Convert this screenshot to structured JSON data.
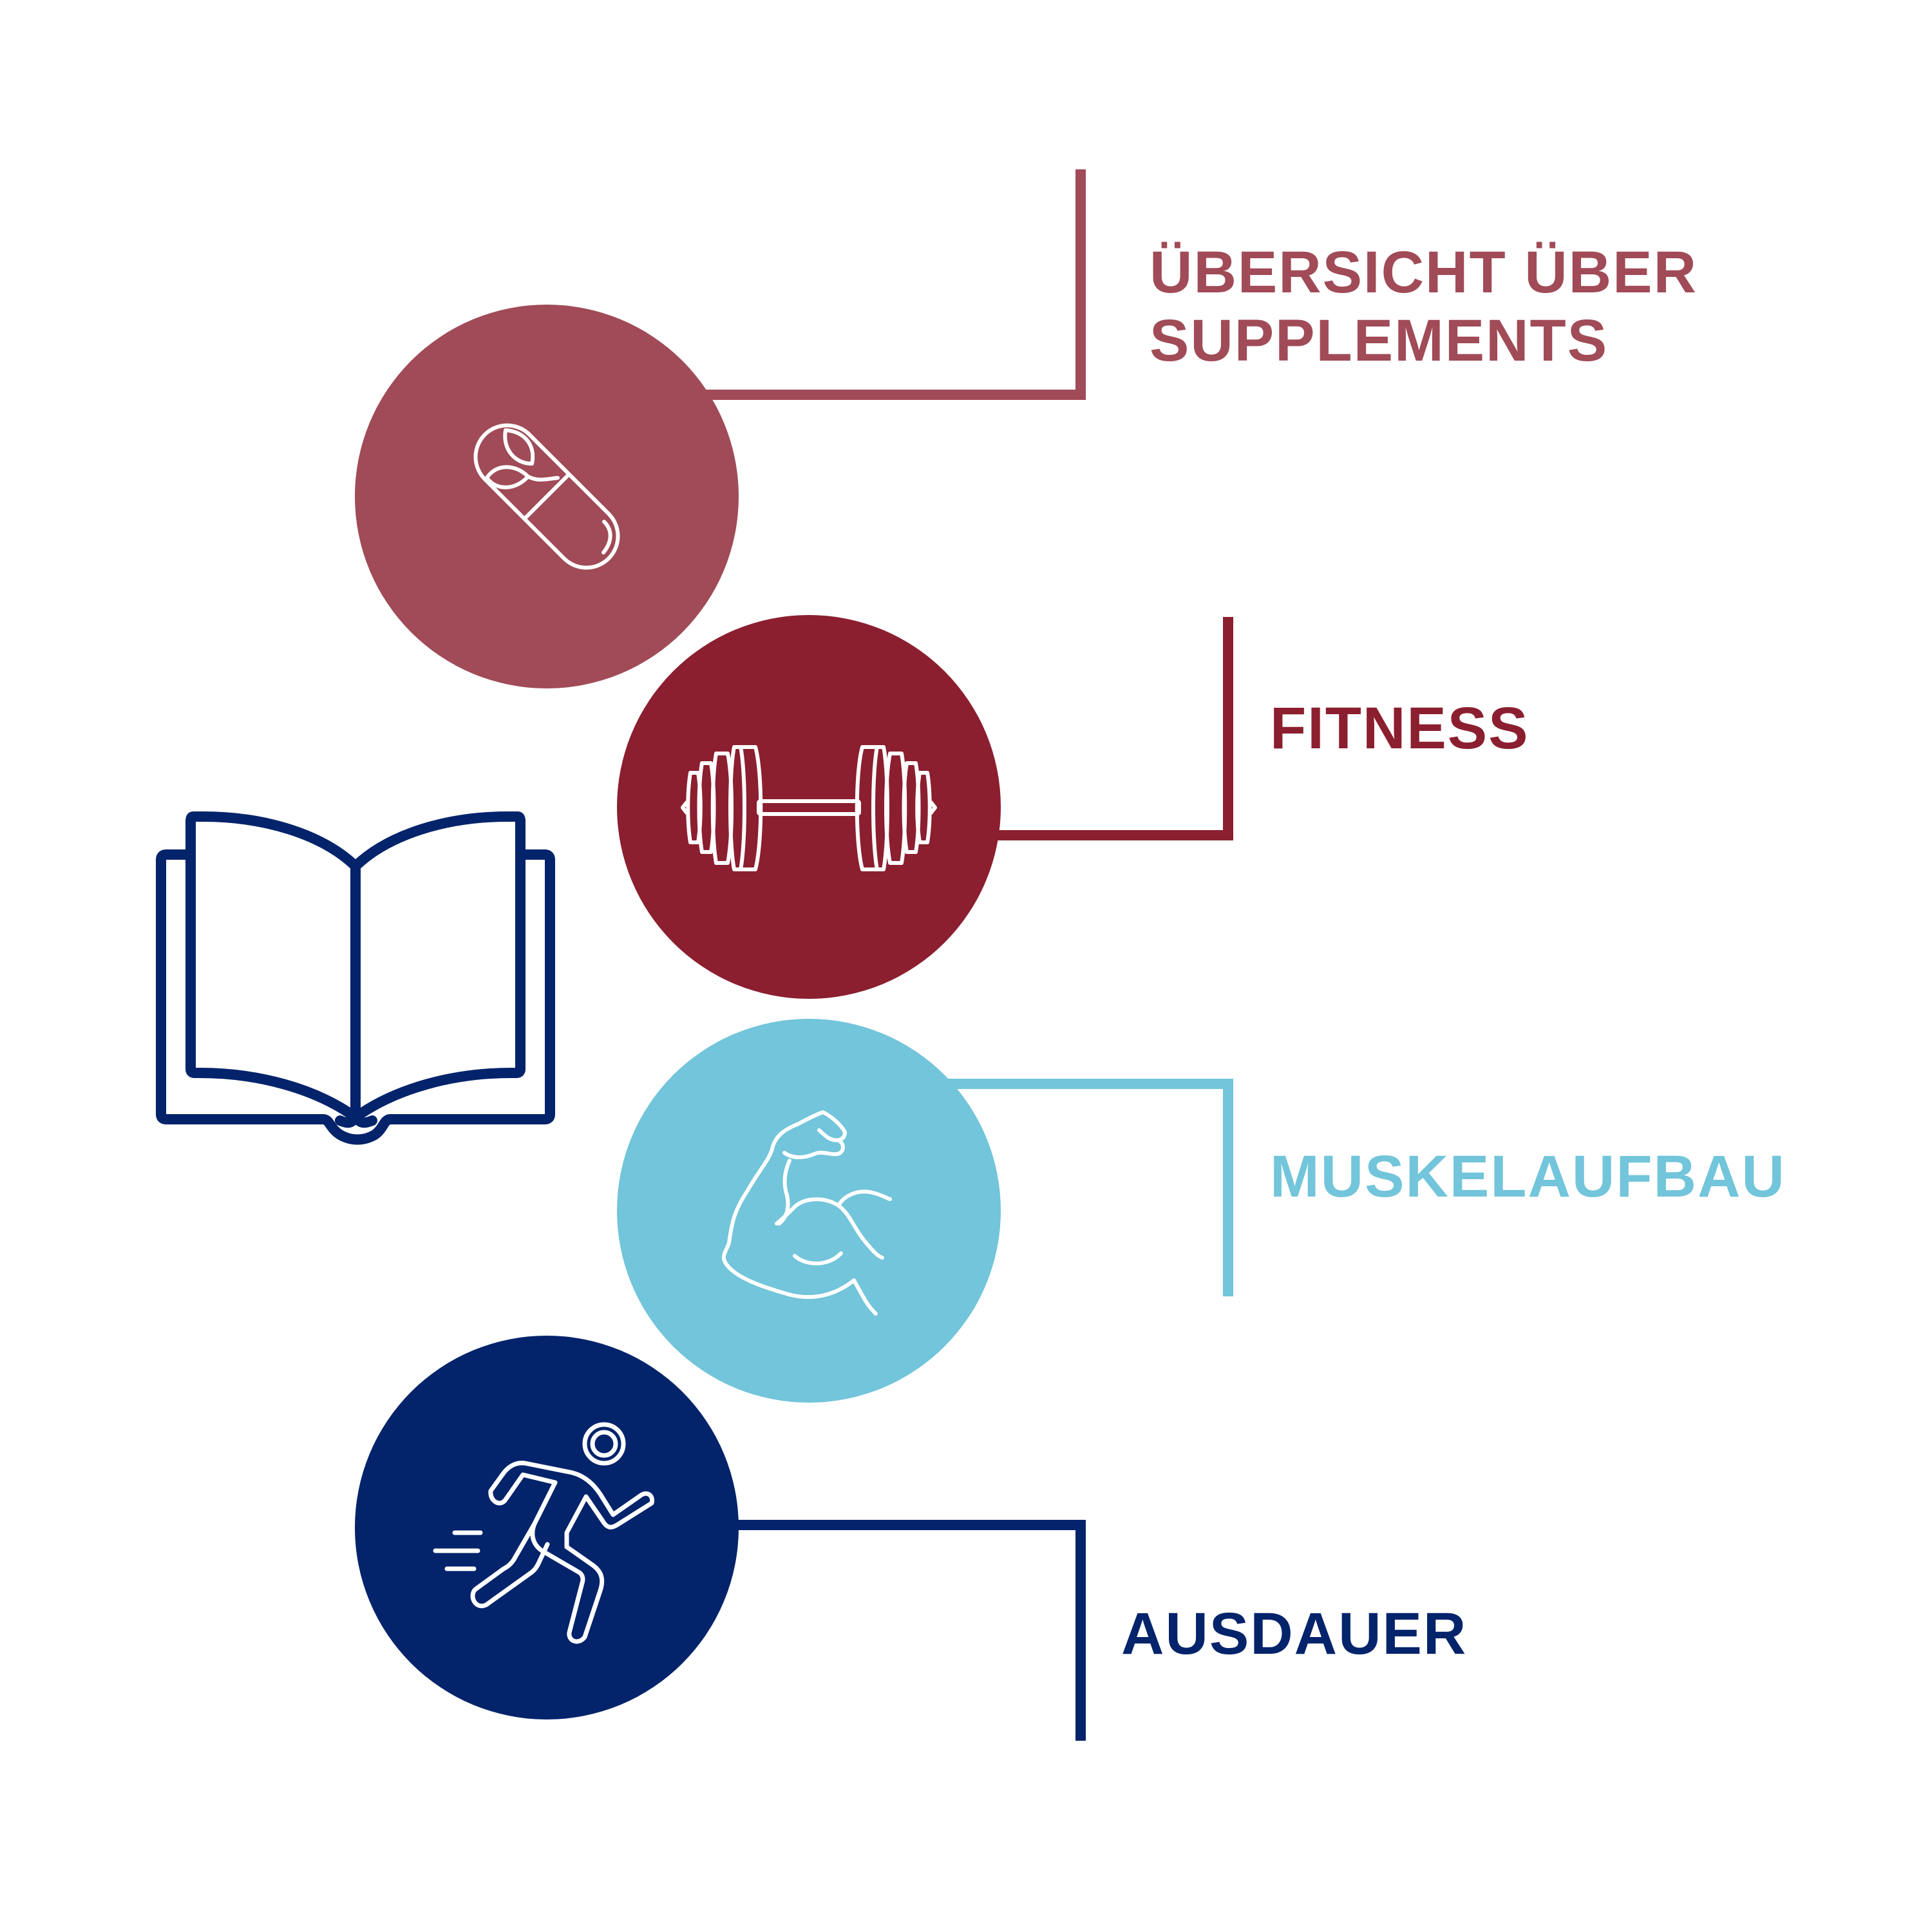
{
  "colors": {
    "supplements": "#a04b57",
    "fitness": "#8b1f2f",
    "muskelaufbau": "#72c5da",
    "ausdauer": "#03236b",
    "book": "#03236b",
    "icon_stroke": "#ffffff",
    "background": "#ffffff"
  },
  "items": [
    {
      "key": "supplements",
      "label_lines": [
        "ÜBERSICHT ÜBER",
        "SUPPLEMENTS"
      ],
      "icon": "capsule-leaf-icon"
    },
    {
      "key": "fitness",
      "label": "FITNESS",
      "icon": "barbell-icon"
    },
    {
      "key": "muskelaufbau",
      "label": "MUSKELAUFBAU",
      "icon": "flexed-arm-icon"
    },
    {
      "key": "ausdauer",
      "label": "AUSDAUER",
      "icon": "running-person-icon"
    }
  ],
  "book": {
    "icon": "open-book-icon"
  }
}
